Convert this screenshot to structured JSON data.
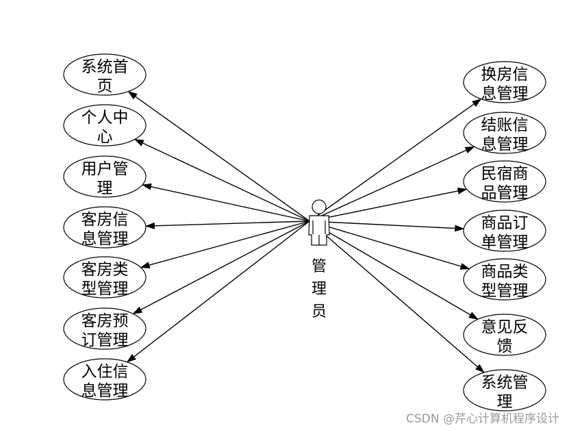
{
  "actor": {
    "label": "管理员",
    "icon": "person-icon"
  },
  "left_use_cases": [
    {
      "line1": "系统首",
      "line2": "页"
    },
    {
      "line1": "个人中",
      "line2": "心"
    },
    {
      "line1": "用户管",
      "line2": "理"
    },
    {
      "line1": "客房信",
      "line2": "息管理"
    },
    {
      "line1": "客房类",
      "line2": "型管理"
    },
    {
      "line1": "客房预",
      "line2": "订管理"
    },
    {
      "line1": "入住信",
      "line2": "息管理"
    }
  ],
  "right_use_cases": [
    {
      "line1": "换房信",
      "line2": "息管理"
    },
    {
      "line1": "结账信",
      "line2": "息管理"
    },
    {
      "line1": "民宿商",
      "line2": "品管理"
    },
    {
      "line1": "商品订",
      "line2": "单管理"
    },
    {
      "line1": "商品类",
      "line2": "型管理"
    },
    {
      "line1": "意见反",
      "line2": "馈"
    },
    {
      "line1": "系统管",
      "line2": "理"
    }
  ],
  "watermark": "CSDN @芹心计算机程序设计"
}
